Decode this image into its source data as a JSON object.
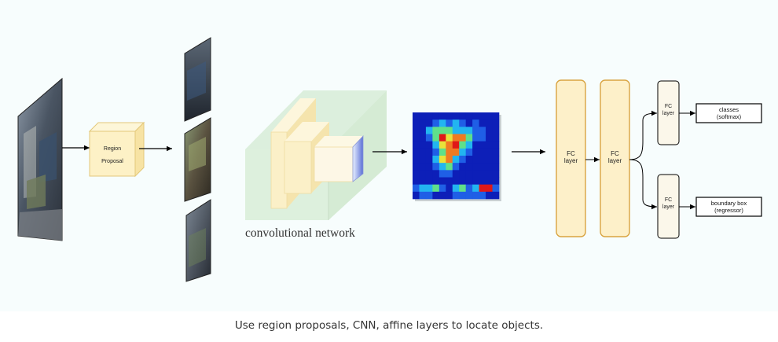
{
  "diagram": {
    "region_box_label_1": "Region",
    "region_box_label_2": "Proposal",
    "cnn_label": "convolutional network",
    "fc_label_1": "FC",
    "fc_label_2": "layer",
    "classes_label_1": "classes",
    "classes_label_2": "(softmax)",
    "bbox_label_1": "boundary box",
    "bbox_label_2": "(regressor)"
  },
  "caption": "Use region proposals, CNN, affine layers to locate objects.",
  "colors": {
    "panel_bg": "#f7fdfd",
    "region_box_fill": "#fdf1c6",
    "region_box_stroke": "#e3c87a",
    "cnn_volume": "#d6ecd4",
    "conv_layer": "#fbf0c8",
    "fc_fill": "#fdf0c9",
    "fc_stroke": "#d9a441",
    "small_fc_fill": "#fbf7ea",
    "heatmap_bg": "#1133c4",
    "arrow": "#000000"
  },
  "heatmap_palette": [
    "#0d1fb8",
    "#1f5fe6",
    "#22b5f0",
    "#5fe08a",
    "#e9e23a",
    "#f07a22",
    "#e01818"
  ],
  "heatmap_grid": [
    "0000000000000",
    "0001212101000",
    "0023332221100",
    "0013645531100",
    "0002456320000",
    "0001355210000",
    "0002452100000",
    "0001231000000",
    "0000110000000",
    "0000000000000",
    "1223102312661",
    "0110001111100"
  ]
}
